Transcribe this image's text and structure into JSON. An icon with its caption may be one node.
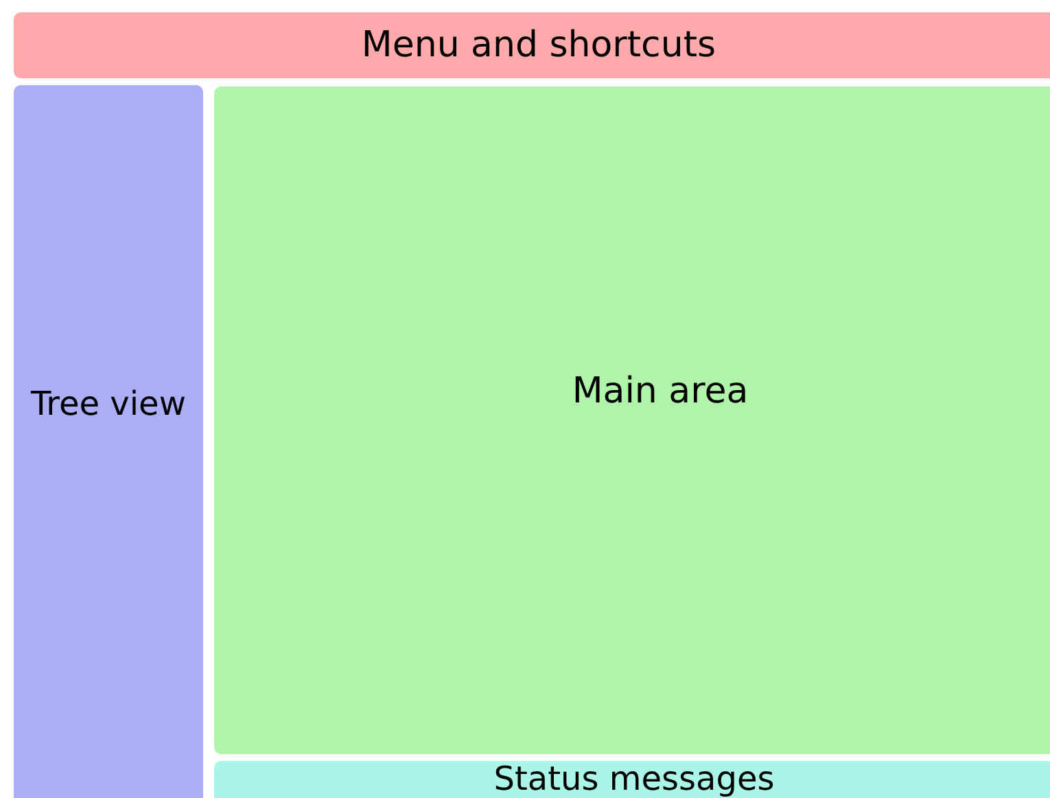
{
  "diagram": {
    "nodes": [
      {
        "text": [
          "Menu and shortcuts"
        ]
      },
      {
        "text": [
          "Tree view"
        ]
      },
      {
        "text": [
          "Main area"
        ]
      },
      {
        "text": [
          "Status messages"
        ]
      }
    ]
  }
}
